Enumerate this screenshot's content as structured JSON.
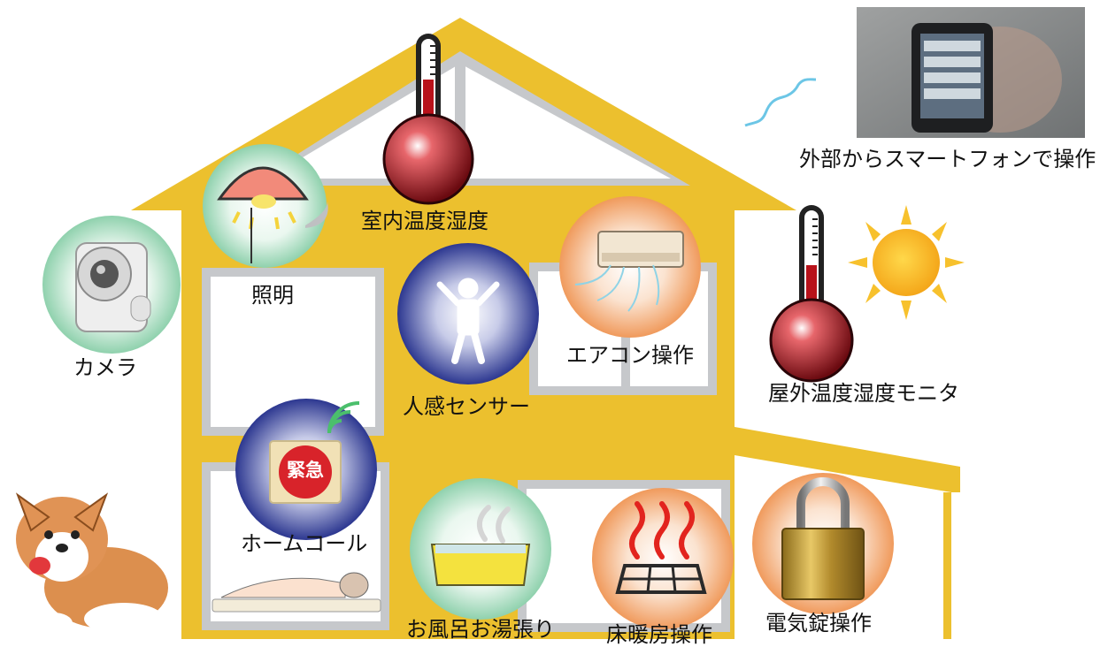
{
  "labels": {
    "indoor_temp_humidity": "室内温度湿度",
    "lighting": "照明",
    "camera": "カメラ",
    "motion_sensor": "人感センサー",
    "aircon": "エアコン操作",
    "outdoor_monitor": "屋外温度湿度モニタ",
    "remote_smartphone": "外部からスマートフォンで操作",
    "home_call": "ホームコール",
    "emergency_badge": "緊急",
    "bath": "お風呂お湯張り",
    "floor_heating": "床暖房操作",
    "electric_lock": "電気錠操作"
  },
  "colors": {
    "house_yellow": "#ecc02e",
    "wall_grey": "#c6c8cb",
    "green_glow": "#9ed8b8",
    "blue_glow": "#2e3a92",
    "orange_glow": "#f3a46a",
    "thermo_red": "#b8121a",
    "emergency_red": "#d8232a",
    "sun": "#f7b51d",
    "wifi": "#6cc6e6"
  },
  "icons": [
    "camera-icon",
    "lamp-icon",
    "thermometer-icon",
    "person-icon",
    "aircon-icon",
    "sun-icon",
    "smartphone-photo",
    "emergency-button-icon",
    "wifi-icon",
    "bathtub-icon",
    "floor-heating-icon",
    "padlock-icon",
    "sleeping-person-icon",
    "corgi-dog-icon"
  ]
}
